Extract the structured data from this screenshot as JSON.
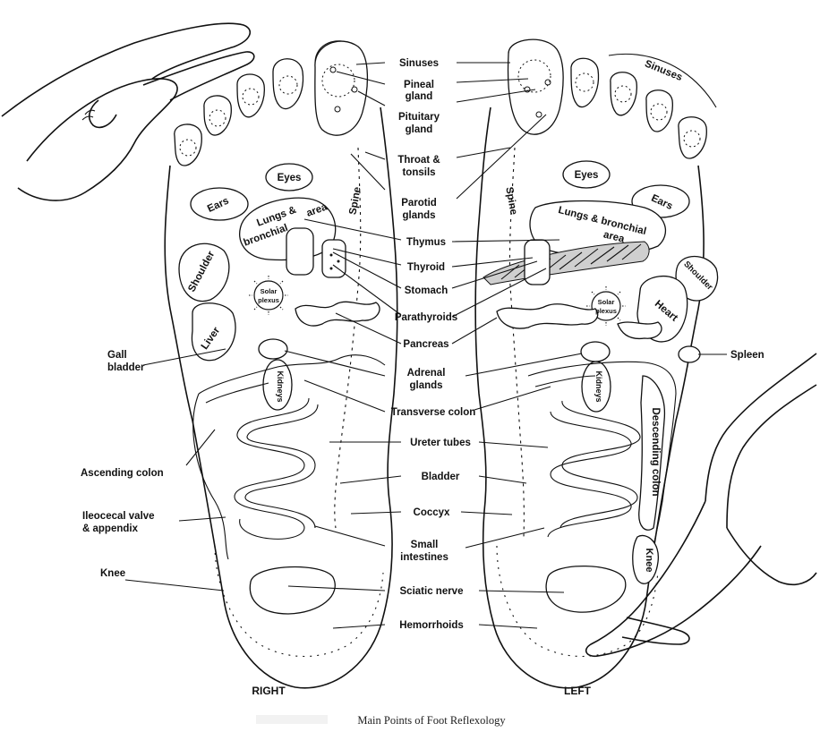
{
  "title": "Main Points of Foot Reflexology",
  "feet": {
    "right_label": "RIGHT",
    "left_label": "LEFT"
  },
  "labels": {
    "sinuses_center": "Sinuses",
    "sinuses_top_left": "Sinuses",
    "pineal": [
      "Pineal",
      "gland"
    ],
    "pituitary": [
      "Pituitary",
      "gland"
    ],
    "throat": [
      "Throat &",
      "tonsils"
    ],
    "parotid": [
      "Parotid",
      "glands"
    ],
    "thymus": "Thymus",
    "thyroid": "Thyroid",
    "stomach": "Stomach",
    "parathyroids": "Parathyroids",
    "pancreas": "Pancreas",
    "adrenal": [
      "Adrenal",
      "glands"
    ],
    "transverse_colon": "Transverse colon",
    "ureter": "Ureter tubes",
    "bladder": "Bladder",
    "coccyx": "Coccyx",
    "small_intestines": [
      "Small",
      "intestines"
    ],
    "sciatic": "Sciatic nerve",
    "hemorrhoids": "Hemorrhoids",
    "gall_bladder": [
      "Gall",
      "bladder"
    ],
    "ascending_colon": "Ascending colon",
    "ileocecal": [
      "Ileocecal valve",
      "& appendix"
    ],
    "knee_left": "Knee",
    "spleen": "Spleen"
  },
  "zones": {
    "ears": "Ears",
    "eyes": "Eyes",
    "lungs": [
      "Lungs &",
      "bronchial"
    ],
    "area": "area",
    "lungs_left": "Lungs & bronchial",
    "shoulder": "Shoulder",
    "liver": "Liver",
    "spine": "Spine",
    "solar": [
      "Solar",
      "plexus"
    ],
    "kidneys": "Kidneys",
    "heart": "Heart",
    "descending_colon": "Descending colon",
    "knee": "Knee"
  }
}
